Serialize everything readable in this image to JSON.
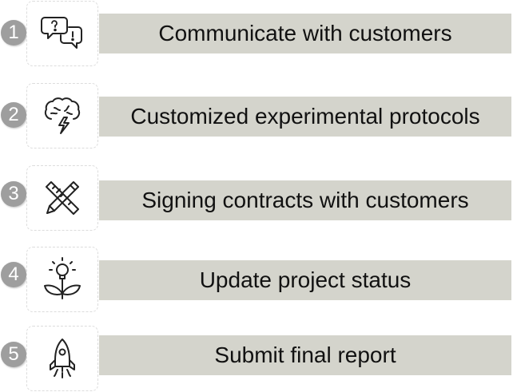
{
  "steps": [
    {
      "number": "1",
      "label": "Communicate with customers",
      "icon": "speech-bubbles-icon"
    },
    {
      "number": "2",
      "label": "Customized experimental protocols",
      "icon": "brain-lightning-icon"
    },
    {
      "number": "3",
      "label": "Signing contracts with customers",
      "icon": "pencil-ruler-icon"
    },
    {
      "number": "4",
      "label": "Update project status",
      "icon": "lightbulb-plant-icon"
    },
    {
      "number": "5",
      "label": "Submit final report",
      "icon": "rocket-icon"
    }
  ],
  "colors": {
    "bar": "#d4d4cc",
    "badge": "#9e9e9e",
    "text": "#111111"
  }
}
